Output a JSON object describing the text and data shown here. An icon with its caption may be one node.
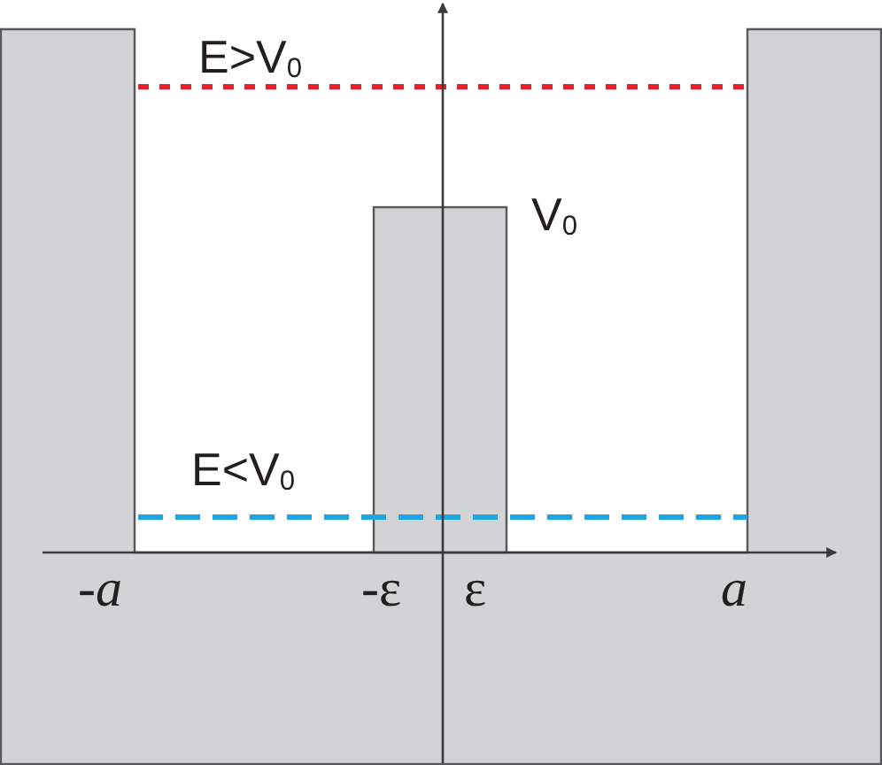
{
  "diagram": {
    "labels": [
      "E>V$_{0}$",
      "V$_{0}$",
      "E<V$_{0}$",
      "-*a*",
      "-ε",
      "ε",
      "a"
    ]
  }
}
